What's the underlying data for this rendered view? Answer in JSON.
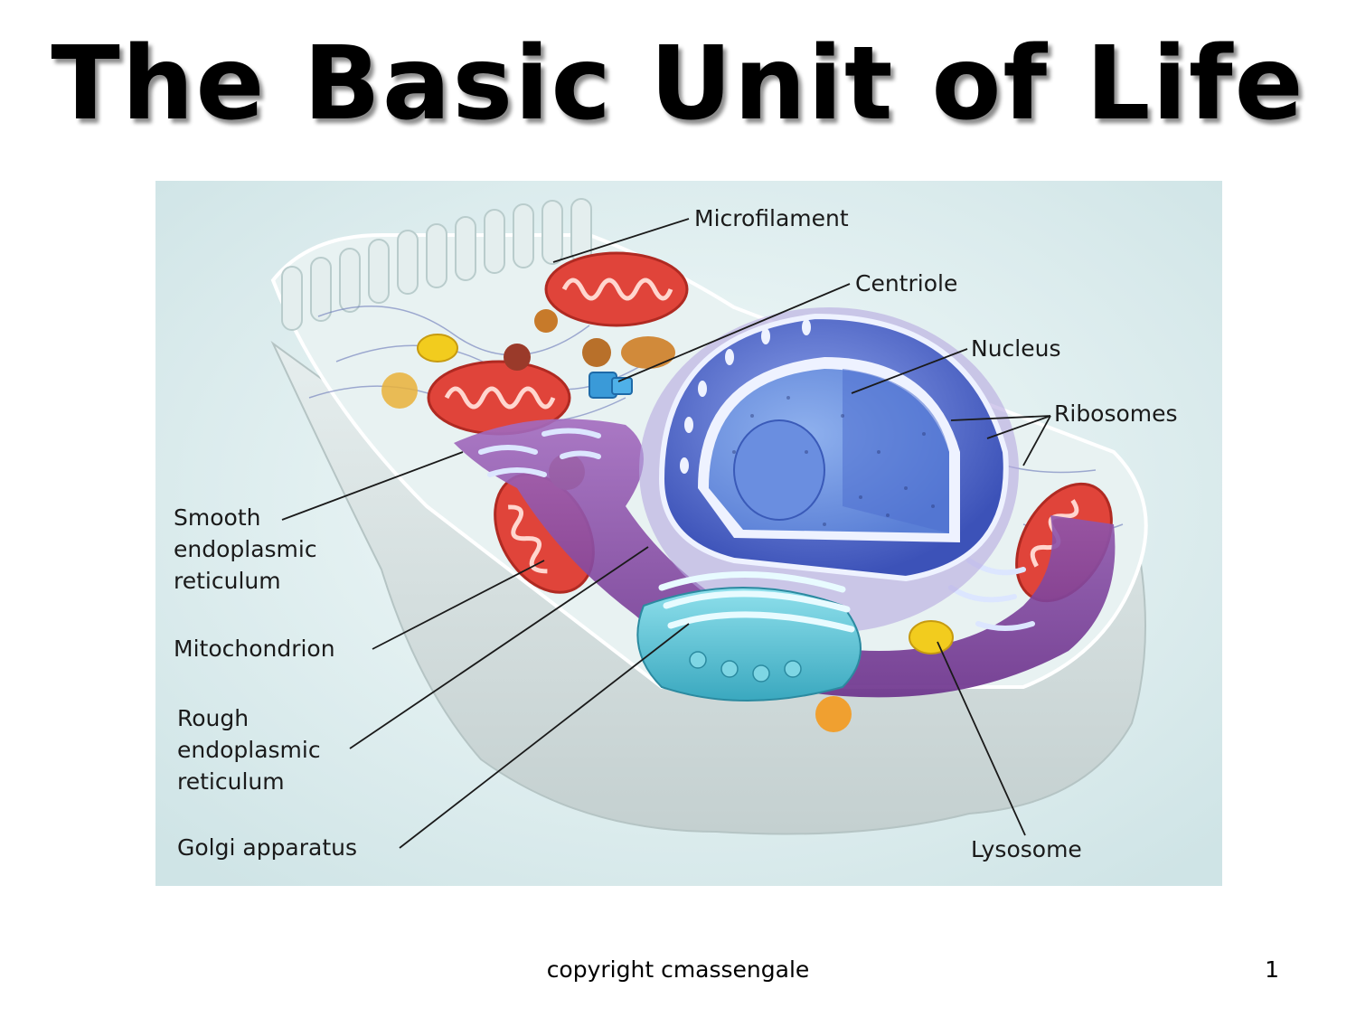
{
  "title": "The Basic Unit of Life",
  "labels": {
    "microfilament": "Microfilament",
    "centriole": "Centriole",
    "nucleus": "Nucleus",
    "ribosomes": "Ribosomes",
    "smooth_er": "Smooth\nendoplasmic\nreticulum",
    "mitochondrion": "Mitochondrion",
    "rough_er": "Rough\nendoplasmic\nreticulum",
    "golgi": "Golgi apparatus",
    "lysosome": "Lysosome"
  },
  "footer": "copyright cmassengale",
  "page_number": "1",
  "colors": {
    "background_panel": "#dfeeee",
    "cell_body": "#d4dede",
    "cytoplasm": "#e6efef",
    "nucleus": "#5a6fd0",
    "mitochondrion": "#e0443a",
    "er": "#8a4fa8",
    "golgi": "#5ac4d4",
    "lysosome": "#f2cc1e"
  }
}
